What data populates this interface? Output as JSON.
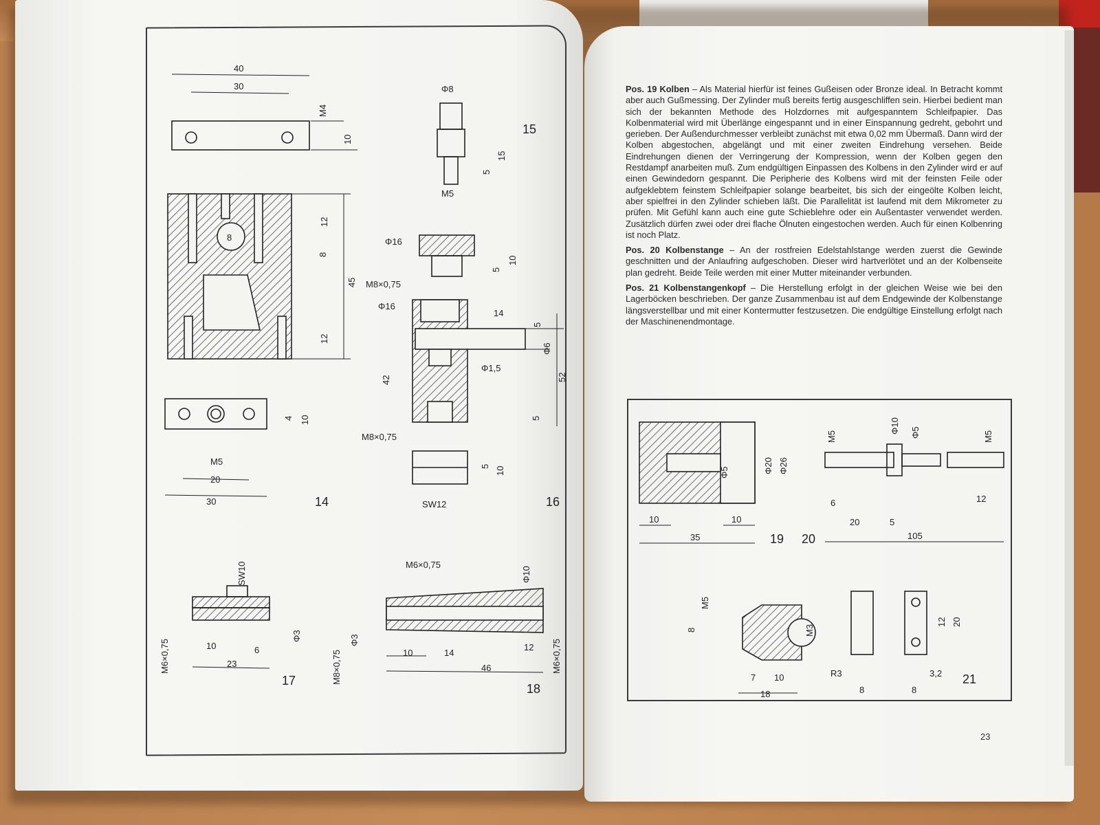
{
  "paragraphs": [
    {
      "heading": "Pos. 19 Kolben",
      "body": "– Als Material hierfür ist feines Gußeisen oder Bronze ideal. In Betracht kommt aber auch Gußmessing. Der Zylinder muß bereits fertig ausgeschliffen sein. Hierbei bedient man sich der bekannten Methode des Holzdornes mit aufgespanntem Schleifpapier. Das Kolbenmaterial wird mit Überlänge eingespannt und in einer Einspannung gedreht, gebohrt und gerieben. Der Außendurchmesser verbleibt zunächst mit etwa 0,02 mm Übermaß. Dann wird der Kolben abgestochen, abgelängt und mit einer zweiten Eindrehung versehen. Beide Eindrehungen dienen der Verringerung der Kompression, wenn der Kolben gegen den Restdampf anarbeiten muß. Zum endgültigen Einpassen des Kolbens in den Zylinder wird er auf einen Gewindedorn gespannt. Die Peripherie des Kolbens wird mit der feinsten Feile oder aufgeklebtem feinstem Schleifpapier solange bearbeitet, bis sich der eingeölte Kolben leicht, aber spielfrei in den Zylinder schieben läßt. Die Parallelität ist laufend mit dem Mikrometer zu prüfen. Mit Gefühl kann auch eine gute Schieblehre oder ein Außentaster verwendet werden. Zusätzlich dürfen zwei oder drei flache Ölnuten eingestochen werden. Auch für einen Kolbenring ist noch Platz."
    },
    {
      "heading": "Pos. 20 Kolbenstange",
      "body": "– An der rostfreien Edelstahlstange werden zuerst die Gewinde geschnitten und der Anlaufring aufgeschoben. Dieser wird hartverlötet und an der Kolbenseite plan gedreht. Beide Teile werden mit einer Mutter miteinander verbunden."
    },
    {
      "heading": "Pos. 21 Kolbenstangenkopf",
      "body": "– Die Herstellung erfolgt in der gleichen Weise wie bei den Lagerböcken beschrieben. Der ganze Zusammenbau ist auf dem Endgewinde der Kolbenstange längsverstellbar und mit einer Kontermutter festzusetzen. Die endgültige Einstellung erfolgt nach der Maschinenendmontage."
    }
  ],
  "page_number": "23",
  "figure_labels": {
    "f14": "14",
    "f15": "15",
    "f16": "16",
    "f17": "17",
    "f18": "18",
    "f19": "19",
    "f20": "20",
    "f21": "21"
  },
  "dimensions": {
    "d40": "40",
    "d30": "30",
    "dM4": "M4",
    "d10": "10",
    "d12": "12",
    "d8": "8",
    "d45": "45",
    "d8c": "8",
    "d4": "4",
    "dM5": "M5",
    "d20": "20",
    "d30b": "30",
    "dphi8": "Φ8",
    "d15": "15",
    "d5": "5",
    "dM5b": "M5",
    "dphi16": "Φ16",
    "d5b": "5",
    "d10b": "10",
    "dM8": "M8×0,75",
    "dphi16b": "Φ16",
    "d14": "14",
    "d5c": "5",
    "dphi6": "Φ6",
    "d42": "42",
    "d52": "52",
    "dphi15": "Φ1,5",
    "d5d": "5",
    "dM8b": "M8×0,75",
    "d5e": "5",
    "d10c": "10",
    "dSW12": "SW12",
    "dSW10": "SW10",
    "dM6": "M6×0,75",
    "d10d": "10",
    "d6": "6",
    "d23": "23",
    "dphi3": "Φ3",
    "dM6b": "M6×0,75",
    "dphi10": "Φ10",
    "dM8c": "M8×0,75",
    "dphi3b": "Φ3",
    "d10e": "10",
    "d14b": "14",
    "d46": "46",
    "d12b": "12",
    "dM6c": "M6×0,75",
    "dphi5": "Φ5",
    "dphi20": "Φ20",
    "dphi26": "Φ26",
    "d10f": "10",
    "d10g": "10",
    "d35": "35",
    "dM5c": "M5",
    "dphi10b": "Φ10",
    "dphi5b": "Φ5",
    "dM5d": "M5",
    "d6b": "6",
    "d20b": "20",
    "d5f": "5",
    "d105": "105",
    "d12c": "12",
    "dM5e": "M5",
    "d8d": "8",
    "dM3": "M3",
    "d7": "7",
    "d10h": "10",
    "d18": "18",
    "dR3": "R3",
    "d8e": "8",
    "d12d": "12",
    "d20c": "20",
    "d8f": "8",
    "d32": "3,2"
  }
}
